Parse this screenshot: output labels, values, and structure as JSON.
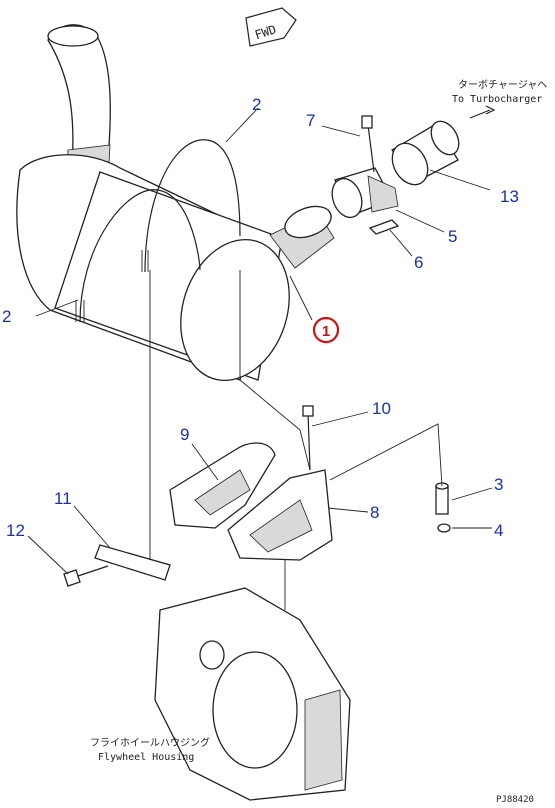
{
  "diagram": {
    "direction_label": "FWD",
    "notes": {
      "turbo_jp": "ターボチャージャヘ",
      "turbo_en": "To Turbocharger",
      "flywheel_jp": "フライホイールハウジング",
      "flywheel_en": "Flywheel Housing"
    },
    "circled_label": "1",
    "callouts": {
      "c2a": "2",
      "c2b": "2",
      "c3": "3",
      "c4": "4",
      "c5": "5",
      "c6": "6",
      "c7": "7",
      "c8": "8",
      "c9": "9",
      "c10": "10",
      "c11": "11",
      "c12": "12",
      "c13": "13"
    },
    "drawing_code": "PJ88420",
    "colors": {
      "callout": "#1a2fb0",
      "circled": "#cc1111",
      "line": "#222222"
    }
  }
}
